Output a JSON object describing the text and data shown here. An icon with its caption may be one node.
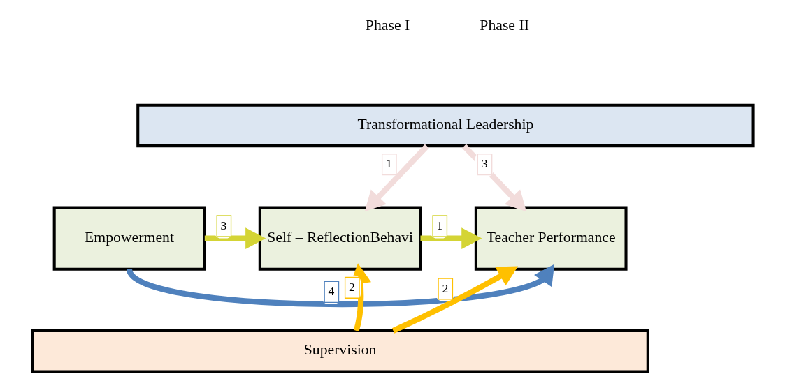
{
  "diagram": {
    "nodes": [
      {
        "text": [
          "Transformational Leadership"
        ]
      },
      {
        "text": [
          "Empowerment"
        ]
      },
      {
        "text": [
          "Self – ReflectionBehavi"
        ]
      },
      {
        "text": [
          "Teacher Performance"
        ]
      },
      {
        "text": [
          "Supervision"
        ]
      }
    ],
    "edges": [
      {
        "from": 0,
        "to": 2,
        "arrow": "to",
        "label": "1",
        "color": "#f2dcdb"
      },
      {
        "from": 0,
        "to": 3,
        "arrow": "to",
        "label": "3",
        "color": "#f2dcdb"
      },
      {
        "from": 1,
        "to": 2,
        "arrow": "to",
        "label": "3",
        "color": "#d4d435"
      },
      {
        "from": 2,
        "to": 3,
        "arrow": "to",
        "label": "1",
        "color": "#d4d435"
      },
      {
        "from": 4,
        "to": 2,
        "arrow": "to",
        "label": "2",
        "color": "#ffc000"
      },
      {
        "from": 4,
        "to": 3,
        "arrow": "to",
        "label": "2",
        "color": "#ffc000"
      },
      {
        "from": 1,
        "to": 3,
        "arrow": "to",
        "label": "4",
        "color": "#4f81bd"
      }
    ],
    "labels": [
      "Phase I",
      "Phase II"
    ]
  }
}
